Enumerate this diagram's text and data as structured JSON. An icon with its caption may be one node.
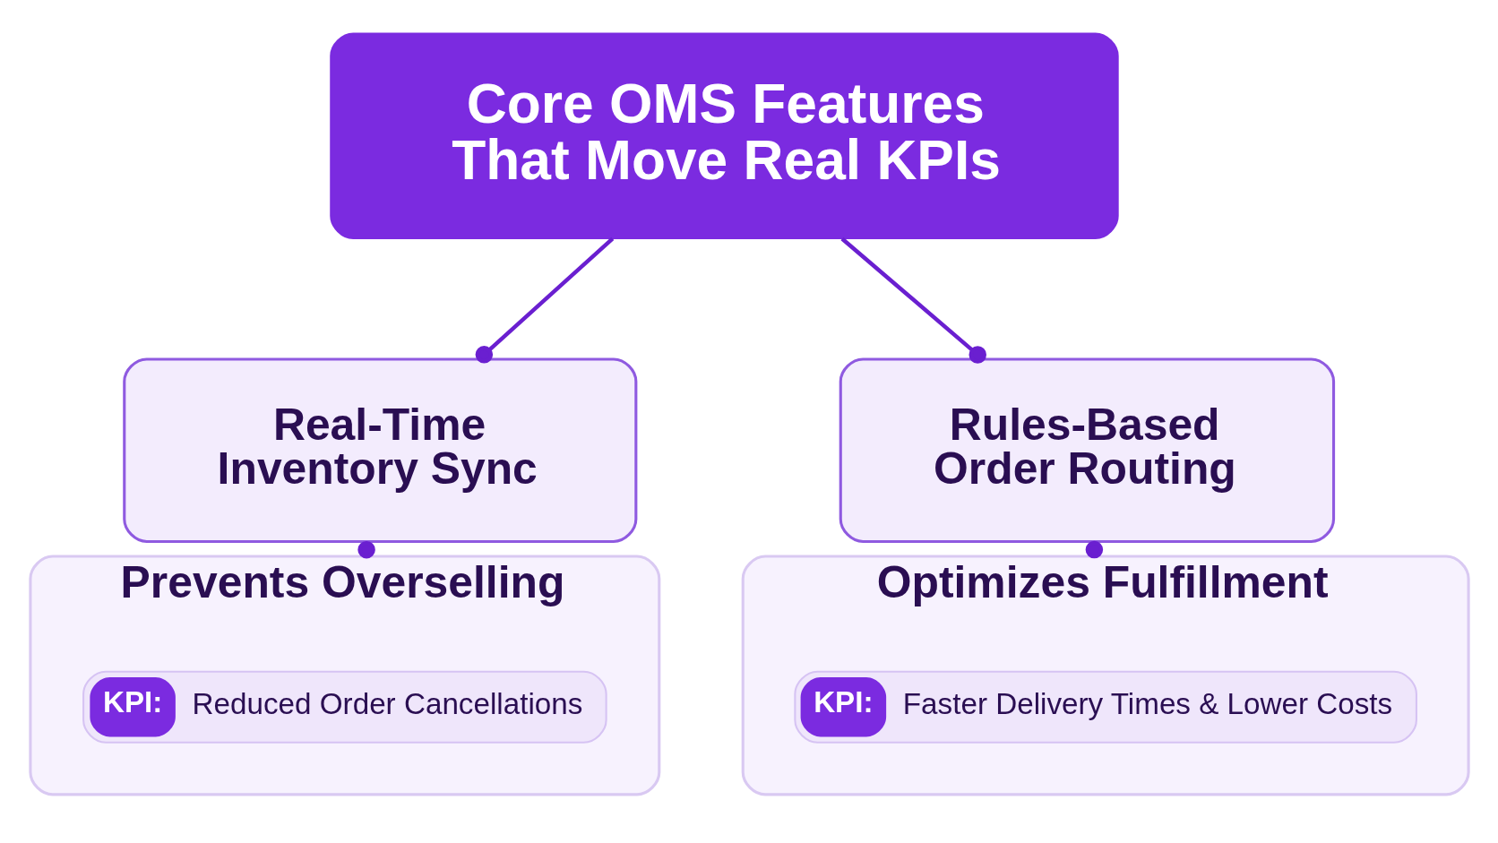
{
  "diagram": {
    "nodes": [
      {
        "text": [
          "Core OMS Features That Move Real KPIs"
        ]
      },
      {
        "text": [
          "Real-Time Inventory Sync"
        ]
      },
      {
        "text": [
          "Rules-Based Order Routing"
        ]
      },
      {
        "text": [
          "Prevents Overselling"
        ]
      },
      {
        "text": [
          "KPI:",
          "Reduced Order Cancellations"
        ],
        "in": 3
      },
      {
        "text": [
          "Optimizes Fulfillment"
        ]
      },
      {
        "text": [
          "KPI:",
          "Faster Delivery Times & Lower Costs"
        ],
        "in": 5
      }
    ],
    "edges": [
      {
        "from": 0,
        "to": 1,
        "arrow": "other"
      },
      {
        "from": 0,
        "to": 2,
        "arrow": "other"
      },
      {
        "from": 1,
        "to": 3,
        "arrow": "other"
      },
      {
        "from": 2,
        "to": 5,
        "arrow": "other"
      }
    ]
  }
}
